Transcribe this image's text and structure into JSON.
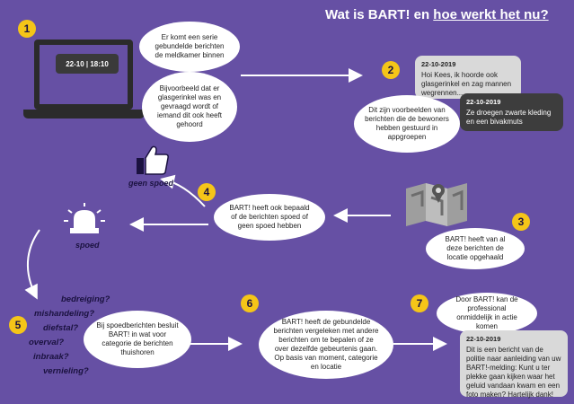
{
  "title": {
    "part1": "Wat is BART! en ",
    "part2": "hoe werkt het nu?"
  },
  "steps": [
    "1",
    "2",
    "3",
    "4",
    "5",
    "6",
    "7"
  ],
  "laptop": {
    "screen_text": "22-10 | 18:10"
  },
  "step1": {
    "cloud_a": "Er komt een serie gebundelde berichten de meldkamer binnen",
    "cloud_b": "Bijvoorbeeld dat er glasgerinkel was en gevraagd wordt of iemand dit ook heeft gehoord"
  },
  "step2": {
    "msg1_date": "22-10-2019",
    "msg1_text": "Hoi Kees, ik hoorde ook glasgerinkel en zag mannen wegrennen...",
    "msg2_date": "22-10-2019",
    "msg2_text": "Ze droegen zwarte kleding en een bivakmuts",
    "cloud": "Dit zijn voorbeelden van berichten die de bewoners hebben gestuurd in appgroepen"
  },
  "step3": {
    "cloud": "BART! heeft van al deze berichten de locatie opgehaald"
  },
  "step4": {
    "cloud": "BART! heeft ook bepaald of de berichten spoed of geen spoed hebben",
    "label_geen": "geen spoed",
    "label_spoed": "spoed"
  },
  "step5": {
    "categories": [
      "bedreiging?",
      "mishandeling?",
      "diefstal?",
      "overval?",
      "inbraak?",
      "vernieling?"
    ],
    "cloud": "Bij spoedberichten besluit BART! in wat voor categorie de berichten thuishoren"
  },
  "step6": {
    "cloud": "BART! heeft de gebundelde berichten vergeleken met andere berichten om te bepalen of ze over dezelfde gebeurtenis gaan. Op basis van moment, categorie en locatie"
  },
  "step7": {
    "cloud": "Door BART! kan de professional onmiddelijk in actie komen",
    "msg_date": "22-10-2019",
    "msg_text": "Dit is een bericht van de politie naar aanleiding van uw BART!-melding: Kunt u ter plekke gaan kijken waar het geluid vandaan kwam en een foto maken? Hartelijk dank!"
  },
  "colors": {
    "bg": "#6650a4",
    "accent": "#f5c518",
    "dark": "#1b1240"
  }
}
